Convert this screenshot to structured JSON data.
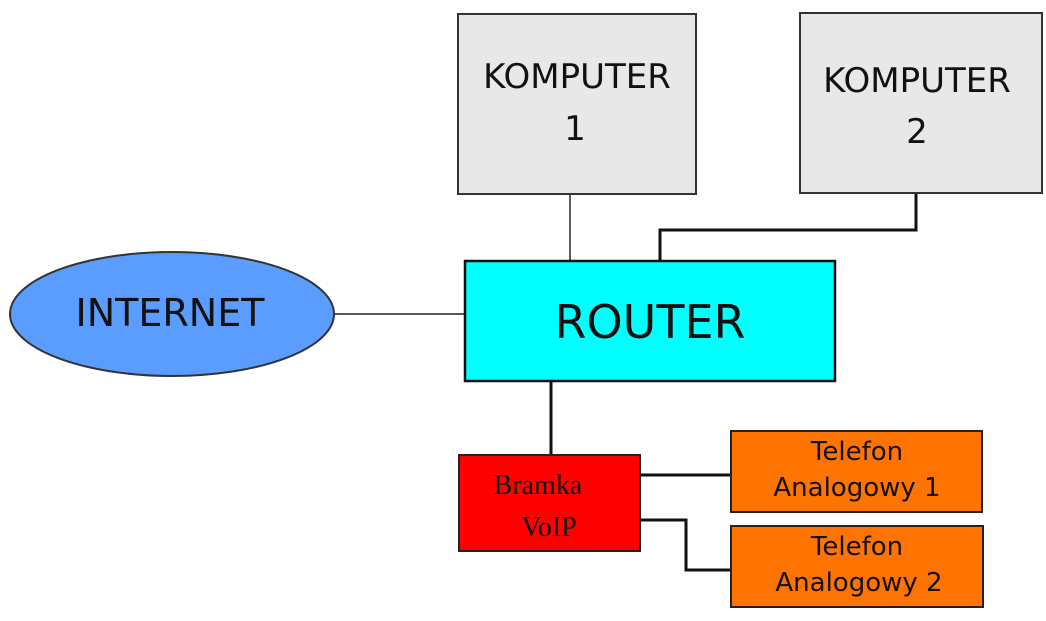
{
  "diagram": {
    "nodes": {
      "internet": {
        "label": "INTERNET",
        "fill": "#5b9cff"
      },
      "router": {
        "label": "ROUTER",
        "fill": "#00ffff"
      },
      "computer1": {
        "line1": "KOMPUTER",
        "line2": "1",
        "fill": "#e8e8e8"
      },
      "computer2": {
        "line1": "KOMPUTER",
        "line2": "2",
        "fill": "#e8e8e8"
      },
      "voip_gateway": {
        "line1": "Bramka",
        "line2": "VoIP",
        "fill": "#ff0000"
      },
      "phone1": {
        "line1": "Telefon",
        "line2": "Analogowy 1",
        "fill": "#ff7300"
      },
      "phone2": {
        "line1": "Telefon",
        "line2": "Analogowy 2",
        "fill": "#ff7300"
      }
    },
    "edges": [
      {
        "from": "internet",
        "to": "router"
      },
      {
        "from": "computer1",
        "to": "router"
      },
      {
        "from": "computer2",
        "to": "router"
      },
      {
        "from": "router",
        "to": "voip_gateway"
      },
      {
        "from": "voip_gateway",
        "to": "phone1"
      },
      {
        "from": "voip_gateway",
        "to": "phone2"
      }
    ]
  }
}
